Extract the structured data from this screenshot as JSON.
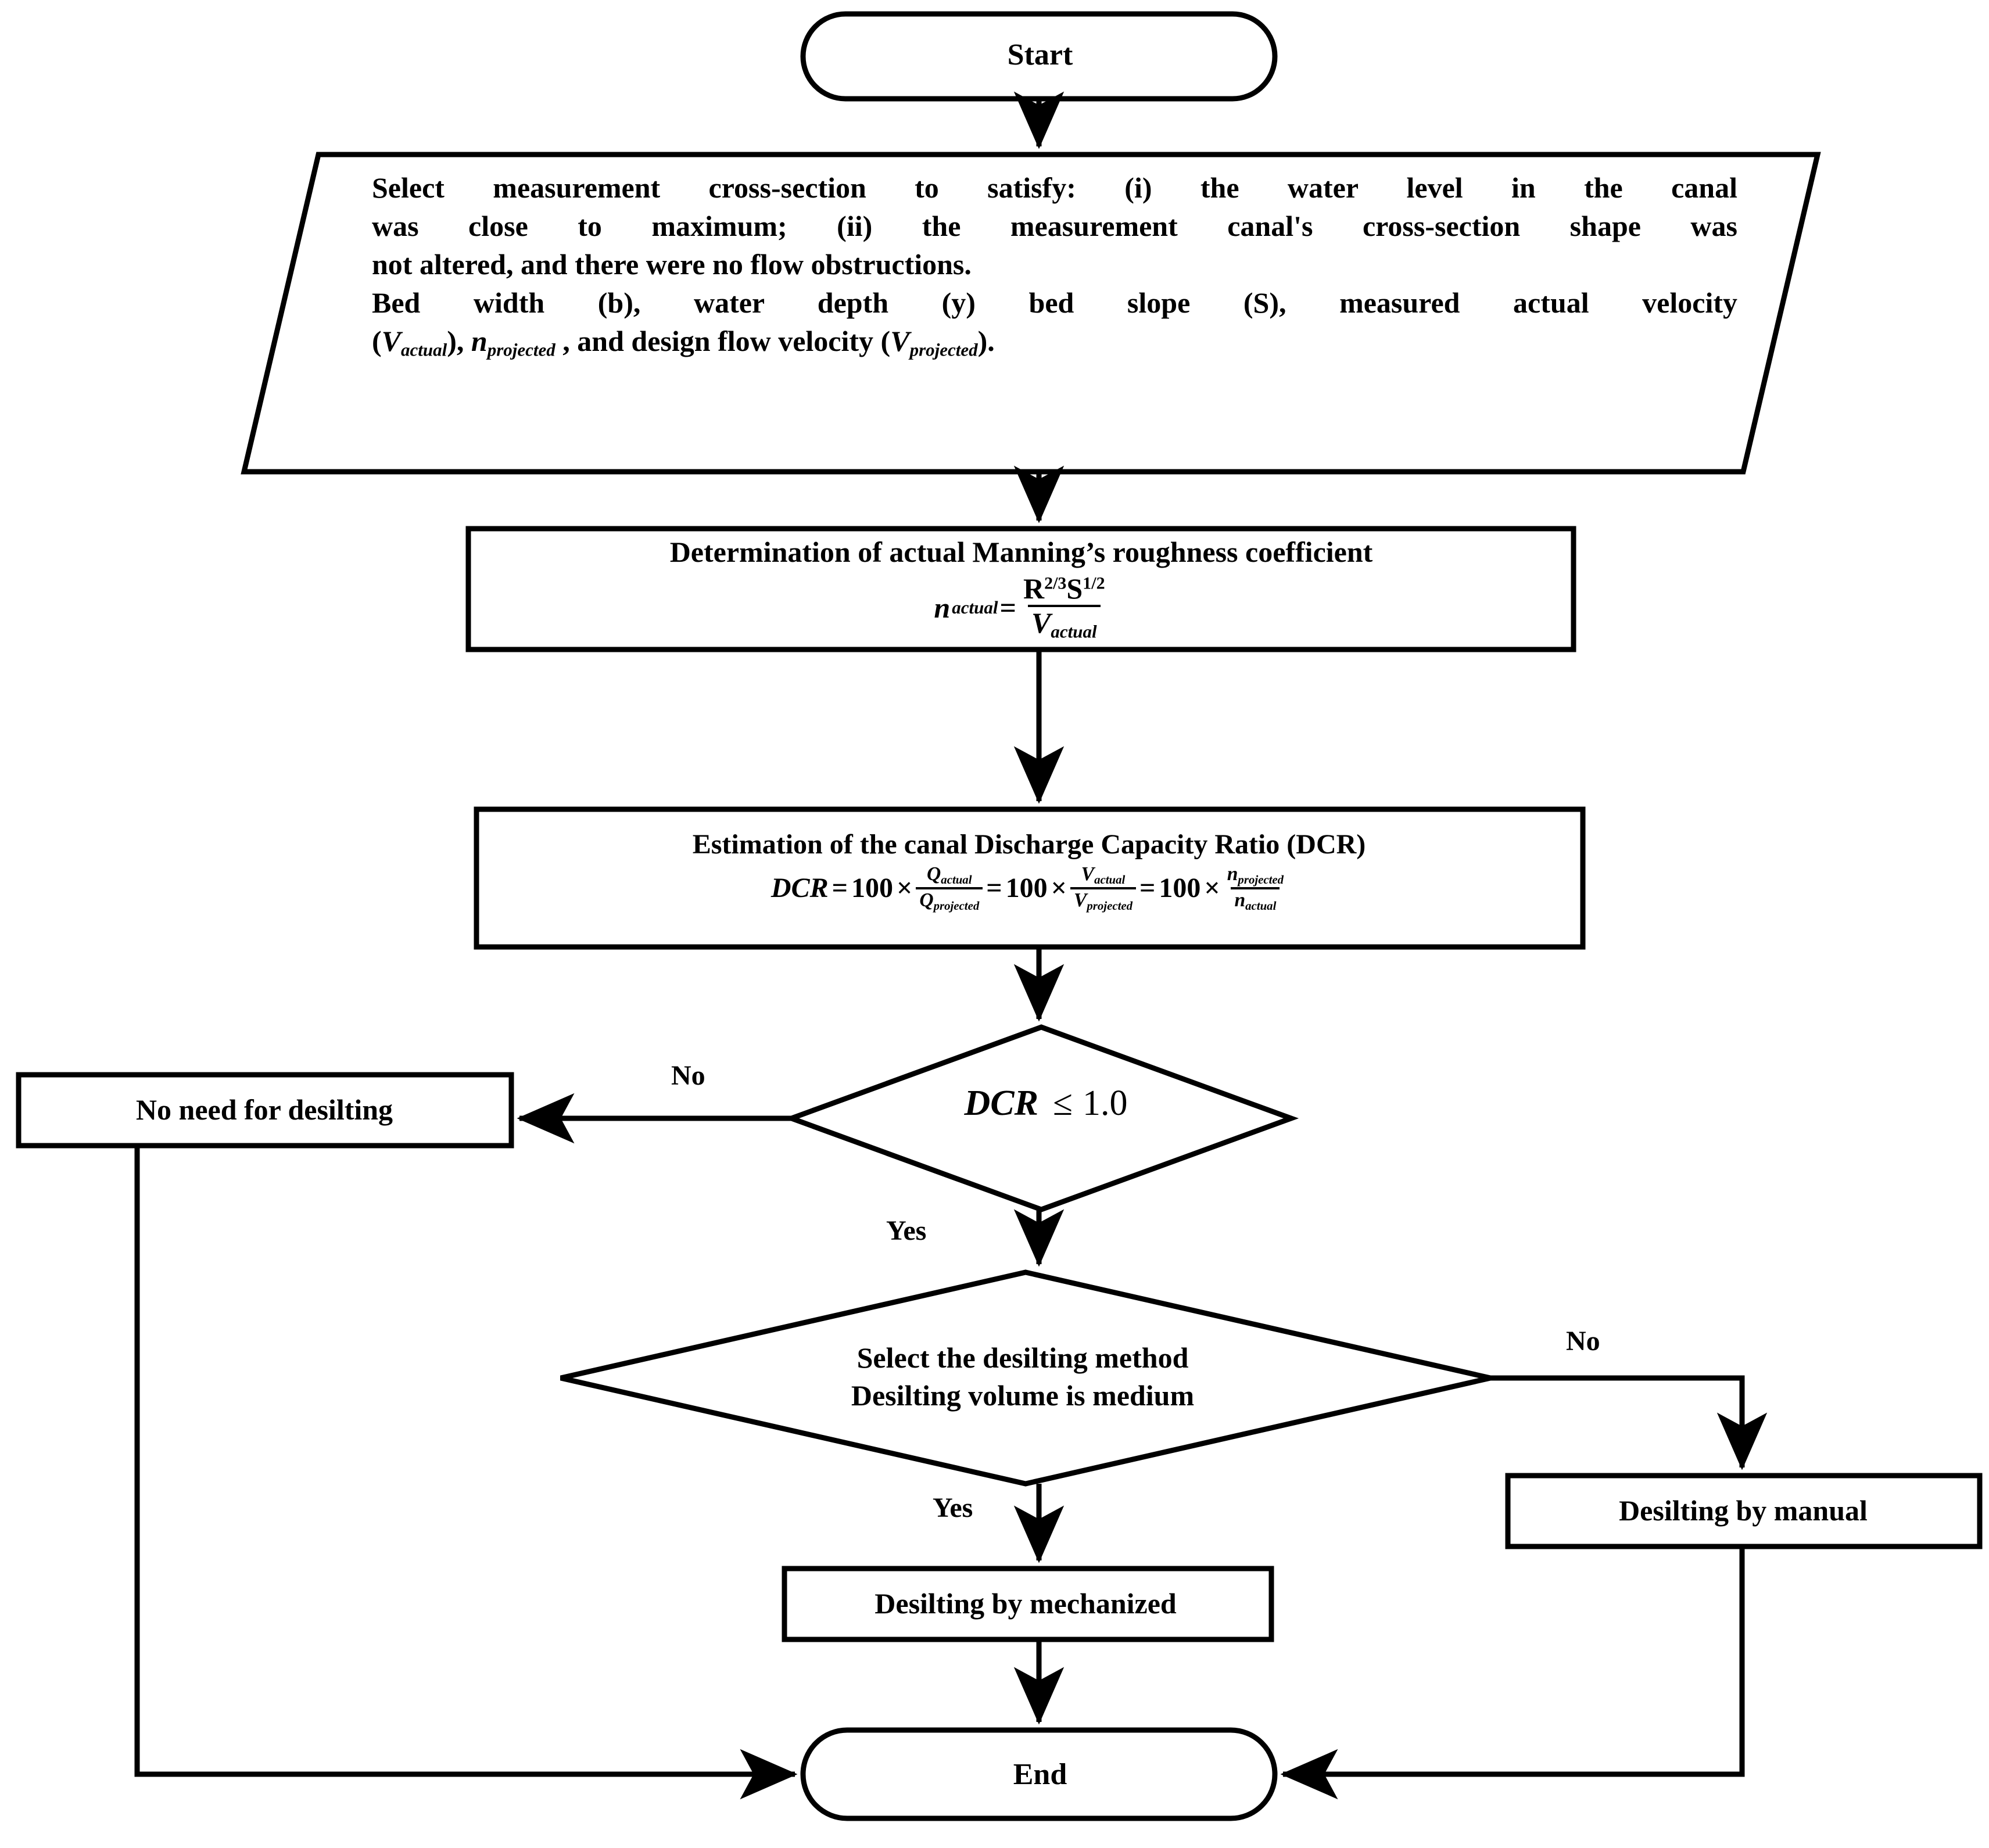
{
  "diagram": {
    "title": "Canal desilting decision flowchart",
    "stroke_color": "#000000",
    "fill_color": "#ffffff"
  },
  "nodes": {
    "start": {
      "label": "Start",
      "shape": "terminator"
    },
    "input": {
      "shape": "parallelogram",
      "line1": "Select measurement cross-section to satisfy: (i) the water level in the canal",
      "line2": "was close to maximum; (ii) the measurement canal's cross-section shape was",
      "line3": "not altered, and there were no flow obstructions.",
      "line4": "Bed width (b), water depth (y) bed slope (S), measured actual velocity",
      "line5_prefix": "(",
      "line5_v": "V",
      "line5_vsub": "actual",
      "line5_mid": "), ",
      "line5_n": "n",
      "line5_nsub": "projected",
      "line5_mid2": " , and design flow velocity (",
      "line5_v2": "V",
      "line5_v2sub": "projected",
      "line5_end": ")."
    },
    "manning": {
      "shape": "process",
      "title": "Determination of actual Manning’s roughness coefficient",
      "formula_lhs": "n",
      "formula_lhs_sub": "actual",
      "formula_eq": "=",
      "formula_num_r": "R",
      "formula_num_r_exp": "2/3",
      "formula_num_s": "S",
      "formula_num_s_exp": "1/2",
      "formula_den": "V",
      "formula_den_sub": "actual"
    },
    "dcr": {
      "shape": "process",
      "title": "Estimation of the canal Discharge Capacity Ratio (DCR)",
      "lhs": "DCR",
      "eq": "=",
      "const": "100",
      "times": "×",
      "f1_num": "Q",
      "f1_num_sub": "actual",
      "f1_den": "Q",
      "f1_den_sub": "projected",
      "f2_num": "V",
      "f2_num_sub": "actual",
      "f2_den": "V",
      "f2_den_sub": "projected",
      "f3_num": "n",
      "f3_num_sub": "projected",
      "f3_den": "n",
      "f3_den_sub": "actual"
    },
    "dcr_condition": {
      "shape": "decision",
      "var": "DCR",
      "operator": "≤",
      "value": "1.0"
    },
    "no_need": {
      "shape": "process",
      "label": "No need for desilting"
    },
    "method_condition": {
      "shape": "decision",
      "line1": "Select the desilting method",
      "line2": "Desilting volume is medium"
    },
    "mechanized": {
      "shape": "process",
      "label": "Desilting  by mechanized"
    },
    "manual": {
      "shape": "process",
      "label": "Desilting  by manual"
    },
    "end": {
      "label": "End",
      "shape": "terminator"
    }
  },
  "edge_labels": {
    "dcr_no": "No",
    "dcr_yes": "Yes",
    "method_no": "No",
    "method_yes": "Yes"
  }
}
